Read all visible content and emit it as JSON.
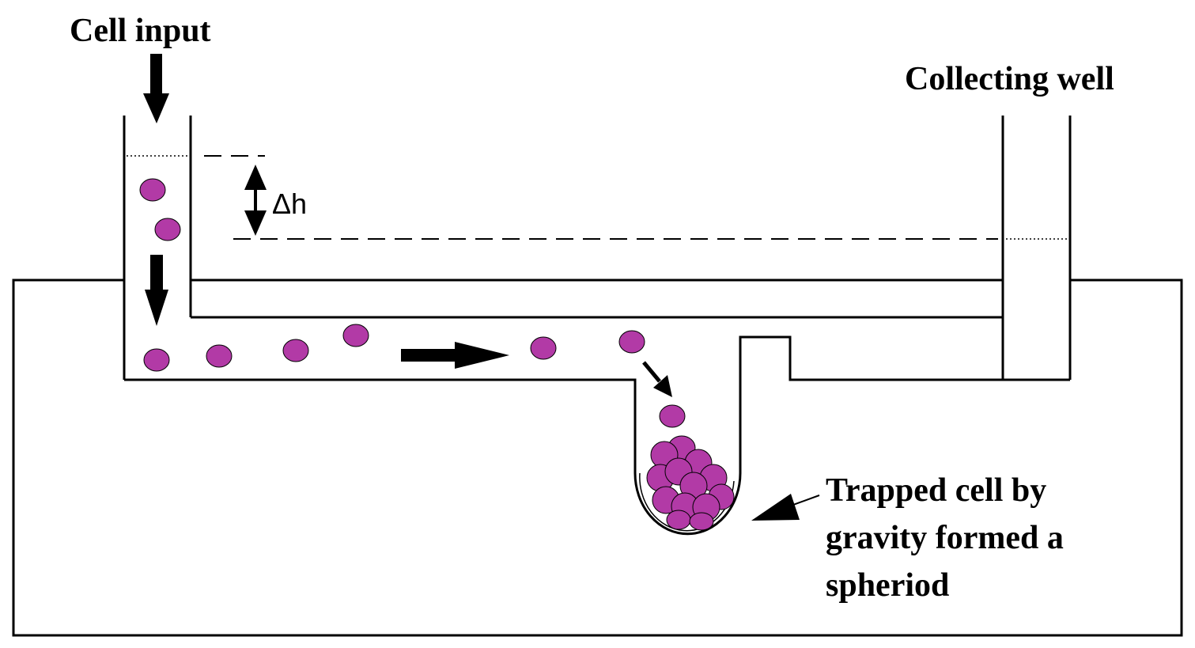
{
  "labels": {
    "cell_input": "Cell input",
    "collecting_well": "Collecting well",
    "delta_h": "Δh",
    "trapped_line1": "Trapped cell by",
    "trapped_line2": "gravity formed a",
    "trapped_line3": "spheriod"
  },
  "colors": {
    "cell_fill": "#B23AA6",
    "line": "#000000",
    "background": "#FFFFFF"
  }
}
